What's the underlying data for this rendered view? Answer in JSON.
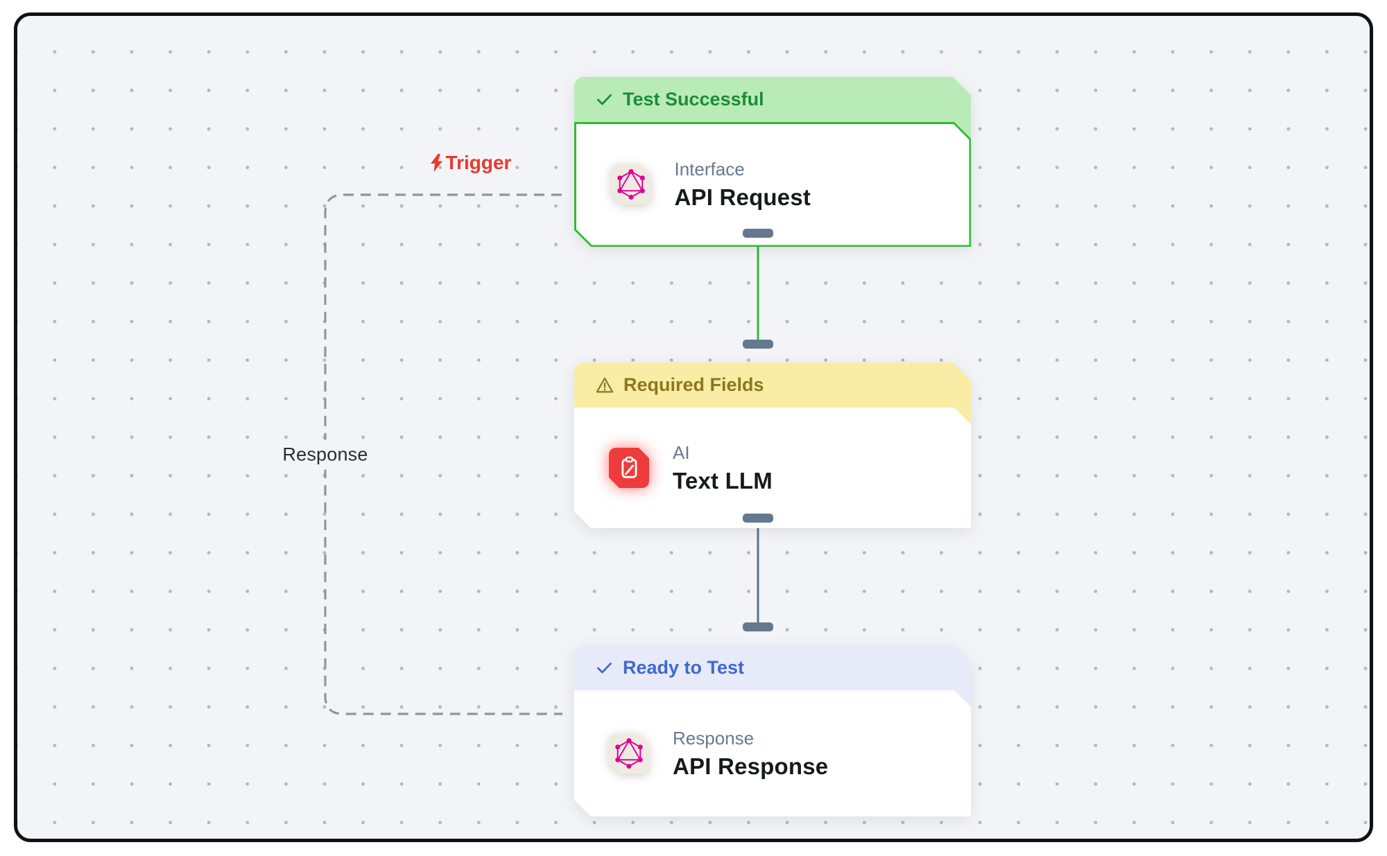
{
  "canvas": {
    "background": "#f3f4f7",
    "frame_border_color": "#0f1115",
    "grid_dot_color": "#b3b8c0"
  },
  "edge_labels": {
    "trigger": "Trigger",
    "response": "Response"
  },
  "edges": [
    {
      "from": "api-request",
      "to": "text-llm",
      "color": "#2bbd31",
      "style": "solid"
    },
    {
      "from": "text-llm",
      "to": "api-response",
      "color": "#5e7288",
      "style": "solid"
    },
    {
      "from": "api-response",
      "to": "api-request",
      "color": "#8f959d",
      "style": "dashed",
      "label": "Response"
    }
  ],
  "handles_color": "#64798e",
  "nodes": [
    {
      "id": "api-request",
      "status": {
        "icon": "check-icon",
        "text": "Test Successful",
        "text_color": "#1d8c39",
        "background": "#b9ebb7",
        "border": "#2bbd31"
      },
      "category": "Interface",
      "title": "API Request",
      "icon": "graphql-icon",
      "icon_color": "#e10098",
      "tile_background": "#f0ebe2"
    },
    {
      "id": "text-llm",
      "status": {
        "icon": "warning-icon",
        "text": "Required Fields",
        "text_color": "#8b781d",
        "background": "#f9eca5"
      },
      "category": "AI",
      "title": "Text LLM",
      "icon": "clipboard-pencil-icon",
      "icon_color": "#ffffff",
      "tile_background": "#ee3b3b"
    },
    {
      "id": "api-response",
      "status": {
        "icon": "check-icon",
        "text": "Ready to Test",
        "text_color": "#4168d1",
        "background": "#e7ebf9"
      },
      "category": "Response",
      "title": "API Response",
      "icon": "graphql-icon",
      "icon_color": "#e10098",
      "tile_background": "#f0ebe2"
    }
  ]
}
